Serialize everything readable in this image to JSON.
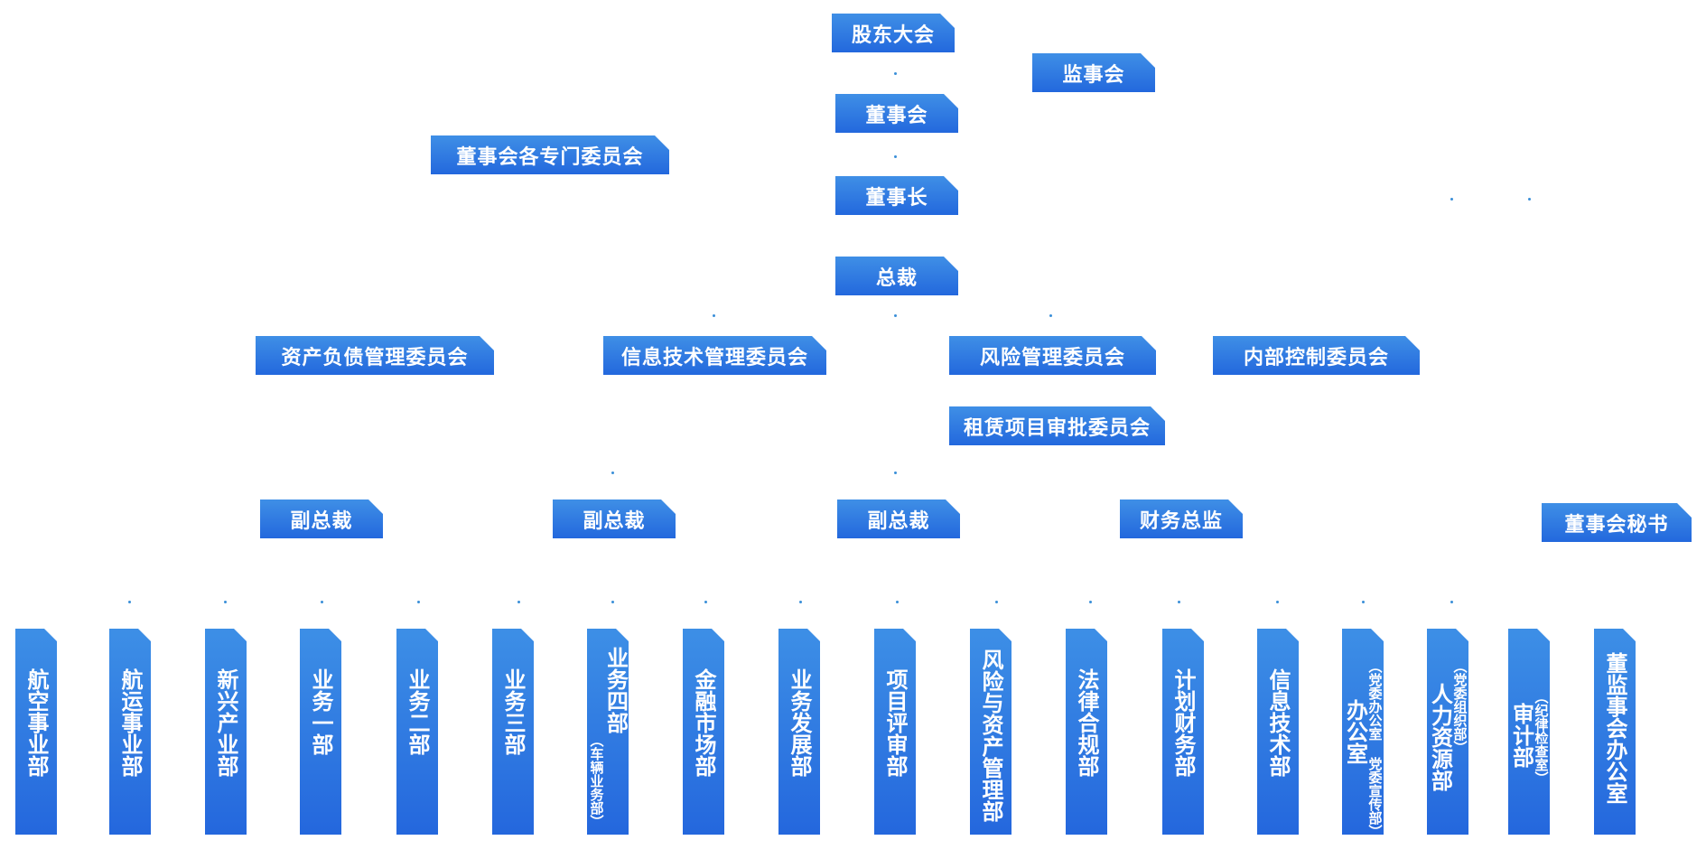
{
  "top": {
    "shareholders": "股东大会",
    "supervisors": "监事会",
    "board": "董事会",
    "committees": "董事会各专门委员会",
    "chairman": "董事长",
    "president": "总裁"
  },
  "committees": {
    "alm": "资产负债管理委员会",
    "it": "信息技术管理委员会",
    "risk": "风险管理委员会",
    "internal_control": "内部控制委员会",
    "lease_approval": "租赁项目审批委员会"
  },
  "executives": {
    "vp1": "副总裁",
    "vp2": "副总裁",
    "vp3": "副总裁",
    "cfo": "财务总监",
    "board_secretary": "董事会秘书"
  },
  "departments": [
    {
      "name": "航空事业部",
      "sub": ""
    },
    {
      "name": "航运事业部",
      "sub": ""
    },
    {
      "name": "新兴产业部",
      "sub": ""
    },
    {
      "name": "业务一部",
      "sub": ""
    },
    {
      "name": "业务二部",
      "sub": ""
    },
    {
      "name": "业务三部",
      "sub": ""
    },
    {
      "name": "业务四部",
      "sub": "（车辆业务部）"
    },
    {
      "name": "金融市场部",
      "sub": ""
    },
    {
      "name": "业务发展部",
      "sub": ""
    },
    {
      "name": "项目评审部",
      "sub": ""
    },
    {
      "name": "风险与资产管理部",
      "sub": ""
    },
    {
      "name": "法律合规部",
      "sub": ""
    },
    {
      "name": "计划财务部",
      "sub": ""
    },
    {
      "name": "信息技术部",
      "sub": ""
    },
    {
      "name": "办公室",
      "sub": "（党委办公室 党委宣传部）"
    },
    {
      "name": "人力资源部",
      "sub": "（党委组织部）"
    },
    {
      "name": "审计部",
      "sub": "（纪律检查室）"
    },
    {
      "name": "董监事会办公室",
      "sub": ""
    }
  ],
  "colors": {
    "box_top": "#3f8fe6",
    "box_bottom": "#2368dd",
    "connector_dot": "#3a8fd8"
  }
}
